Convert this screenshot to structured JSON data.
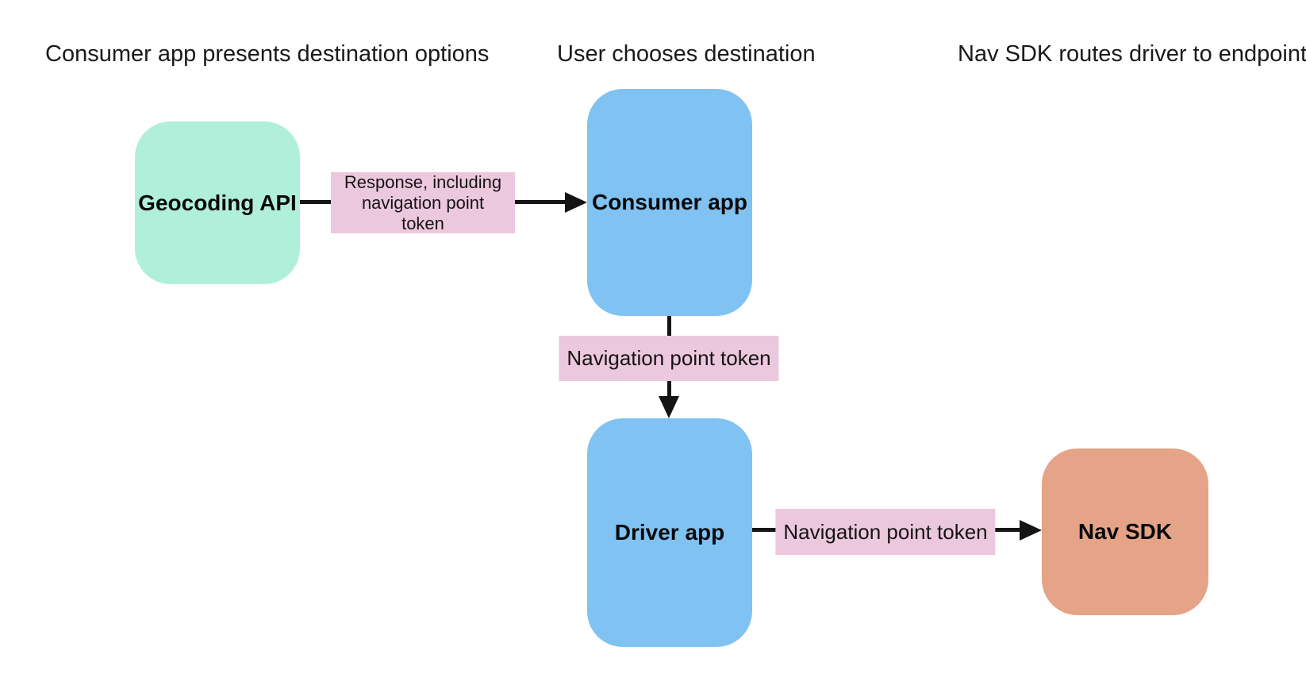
{
  "diagram": {
    "stage_headers": [
      {
        "text": "Consumer app presents destination options"
      },
      {
        "text": "User chooses destination"
      },
      {
        "text": "Nav SDK routes driver to endpoint"
      }
    ],
    "nodes": {
      "geocoding_api": {
        "label": "Geocoding API",
        "fill": "#b0f0da"
      },
      "consumer_app": {
        "label": "Consumer app",
        "fill": "#80c2f2"
      },
      "driver_app": {
        "label": "Driver app",
        "fill": "#80c2f2"
      },
      "nav_sdk": {
        "label": "Nav SDK",
        "fill": "#e5a387"
      }
    },
    "edges": [
      {
        "from": "Geocoding API",
        "to": "Consumer app",
        "label": "Response, including navigation point token"
      },
      {
        "from": "Consumer app",
        "to": "Driver app",
        "label": "Navigation point token"
      },
      {
        "from": "Driver app",
        "to": "Nav SDK",
        "label": "Navigation point token"
      }
    ],
    "edge_label_fill": "#ecc8de",
    "arrow_color": "#141414",
    "background": "#ffffff"
  }
}
